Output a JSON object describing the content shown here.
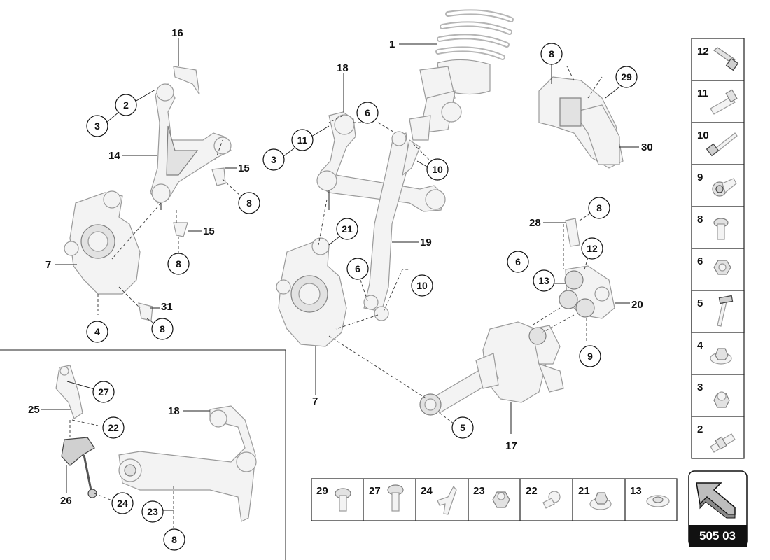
{
  "diagram": {
    "page_code": "505 03",
    "labels": {
      "c1": "1",
      "c2": "2",
      "c3a": "3",
      "c3b": "3",
      "c4": "4",
      "c5": "5",
      "c6a": "6",
      "c6b": "6",
      "c6c": "6",
      "c7a": "7",
      "c7b": "7",
      "c8a": "8",
      "c8b": "8",
      "c8c": "8",
      "c8d": "8",
      "c8e": "8",
      "c8f": "8",
      "c9": "9",
      "c10a": "10",
      "c10b": "10",
      "c11": "11",
      "c12": "12",
      "c13": "13",
      "c14": "14",
      "c15a": "15",
      "c15b": "15",
      "c16": "16",
      "c17": "17",
      "c18a": "18",
      "c18b": "18",
      "c19": "19",
      "c20": "20",
      "c21": "21",
      "c22": "22",
      "c23": "23",
      "c24": "24",
      "c25": "25",
      "c26": "26",
      "c27": "27",
      "c28": "28",
      "c29": "29",
      "c30": "30",
      "c31": "31"
    },
    "side_legend": [
      "12",
      "11",
      "10",
      "9",
      "8",
      "6",
      "5",
      "4",
      "3",
      "2"
    ],
    "bottom_legend": [
      "29",
      "27",
      "24",
      "23",
      "22",
      "21",
      "13"
    ]
  }
}
